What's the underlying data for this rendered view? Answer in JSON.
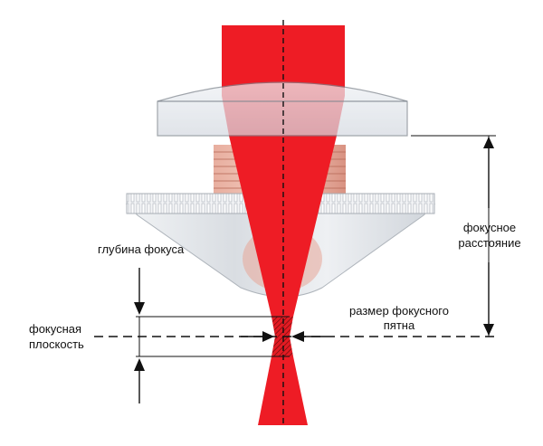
{
  "labels": {
    "depth_of_focus": "глубина фокуса",
    "focal_plane_line1": "фокусная",
    "focal_plane_line2": "плоскость",
    "focal_distance_line1": "фокусное",
    "focal_distance_line2": "расстояние",
    "spot_size_line1": "размер фокусного",
    "spot_size_line2": "пятна"
  },
  "colors": {
    "beam": "#ee1c25",
    "lens_glass": "#dfe3ea",
    "nozzle": "#e9ecef",
    "thread": "#d98a78",
    "line": "#111111"
  }
}
